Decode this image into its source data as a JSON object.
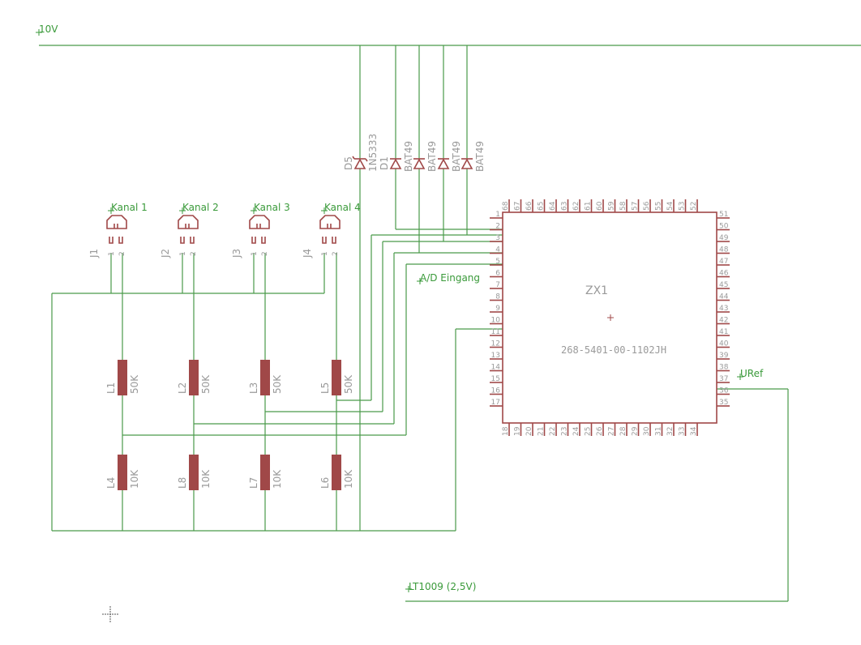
{
  "nets": {
    "v10": "10V",
    "adc": "A/D Eingang",
    "uref": "URef",
    "lt1009": "LT1009 (2,5V)"
  },
  "connectors": [
    {
      "ref": "J1",
      "label": "Kanal 1"
    },
    {
      "ref": "J2",
      "label": "Kanal 2"
    },
    {
      "ref": "J3",
      "label": "Kanal 3"
    },
    {
      "ref": "J4",
      "label": "Kanal 4"
    }
  ],
  "connector_pins": [
    "1",
    "2"
  ],
  "diodes": [
    {
      "ref": "D5",
      "value": "1N5333"
    },
    {
      "ref": "D1",
      "value": "BAT49"
    },
    {
      "ref": "",
      "value": "BAT49"
    },
    {
      "ref": "",
      "value": "BAT49"
    },
    {
      "ref": "",
      "value": "BAT49"
    }
  ],
  "resistors_top": [
    {
      "ref": "L1",
      "value": "50K"
    },
    {
      "ref": "L2",
      "value": "50K"
    },
    {
      "ref": "L3",
      "value": "50K"
    },
    {
      "ref": "L5",
      "value": "50K"
    }
  ],
  "resistors_bottom": [
    {
      "ref": "L4",
      "value": "10K"
    },
    {
      "ref": "L8",
      "value": "10K"
    },
    {
      "ref": "L7",
      "value": "10K"
    },
    {
      "ref": "L6",
      "value": "10K"
    }
  ],
  "chip": {
    "ref": "ZX1",
    "value": "268-5401-00-1102JH",
    "left_pins": [
      "1",
      "2",
      "3",
      "4",
      "5",
      "6",
      "7",
      "8",
      "9",
      "10",
      "11",
      "12",
      "13",
      "14",
      "15",
      "16",
      "17"
    ],
    "right_pins": [
      "51",
      "50",
      "49",
      "48",
      "47",
      "46",
      "45",
      "44",
      "43",
      "42",
      "41",
      "40",
      "39",
      "38",
      "37",
      "36",
      "35"
    ],
    "top_pins": [
      "68",
      "67",
      "66",
      "65",
      "64",
      "63",
      "62",
      "61",
      "60",
      "59",
      "58",
      "57",
      "56",
      "55",
      "54",
      "53",
      "52"
    ],
    "bottom_pins": [
      "18",
      "19",
      "20",
      "21",
      "22",
      "23",
      "24",
      "25",
      "26",
      "27",
      "28",
      "29",
      "30",
      "31",
      "32",
      "33",
      "34"
    ]
  }
}
